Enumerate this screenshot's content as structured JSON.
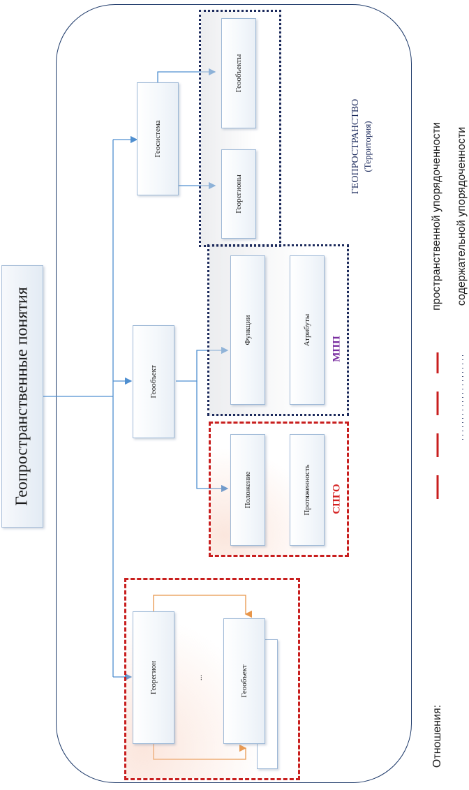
{
  "title": "Геопространственные понятия",
  "geospace": {
    "title": "ГЕОПРОСТРАНСТВО",
    "subtitle": "(Территория)"
  },
  "nodes": {
    "geosystem": "Геосистема",
    "geoobjects": "Геообъекты",
    "georegions": "Георегионы",
    "geoobject_mid": "Геообъект",
    "functions": "Функции",
    "attributes": "Атрибуты",
    "position": "Положение",
    "extent": "Протяженность",
    "georegion": "Георегион",
    "geoobject_bottom": "Геообъект",
    "ellipsis": "..."
  },
  "group_labels": {
    "mpp": "МПП",
    "spgo": "СПГО"
  },
  "legend": {
    "title": "Отношения:",
    "spatial": "пространственной упорядоченности",
    "content": "содержательной упорядоченности"
  },
  "colors": {
    "connector": "#4f8fd0",
    "orange_connector": "#e8964a",
    "red_dash": "#c81e1e",
    "navy_dots": "#1c2a5c",
    "mpp_label": "#7a2fa0",
    "spgo_label": "#d42020",
    "geospace_text": "#1c2a5c"
  }
}
